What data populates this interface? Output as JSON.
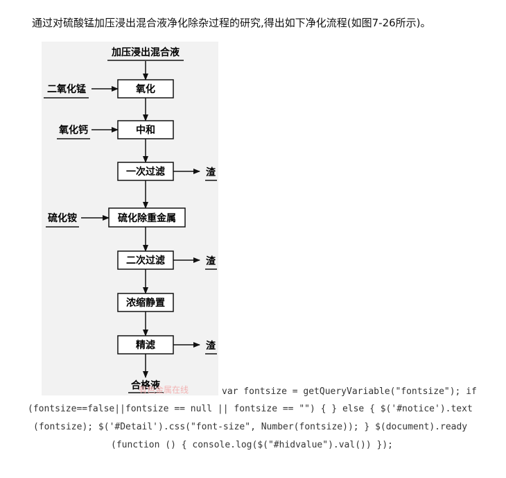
{
  "intro": "通过对硫酸锰加压浸出混合液净化除杂过程的研究,得出如下净化流程(如图7-26所示)。",
  "diagram": {
    "start": "加压浸出混合液",
    "steps": [
      {
        "label": "氧化",
        "input": "二氧化锰"
      },
      {
        "label": "中和",
        "input": "氧化钙"
      },
      {
        "label": "一次过滤",
        "output": "渣"
      },
      {
        "label": "硫化除重金属",
        "input": "硫化铵"
      },
      {
        "label": "二次过滤",
        "output": "渣"
      },
      {
        "label": "浓缩静置"
      },
      {
        "label": "精滤",
        "output": "渣"
      }
    ],
    "end": "合格液"
  },
  "watermark": "有色金属在线",
  "code_lines": [
    "var fontsize = getQueryVariable(\"fontsize\"); if",
    "(fontsize==false||fontsize == null || fontsize == \"\") { } else { $('#notice').text",
    "(fontsize); $('#Detail').css(\"font-size\", Number(fontsize)); } $(document).ready",
    "(function () { console.log($(\"#hidvalue\").val()) });"
  ]
}
